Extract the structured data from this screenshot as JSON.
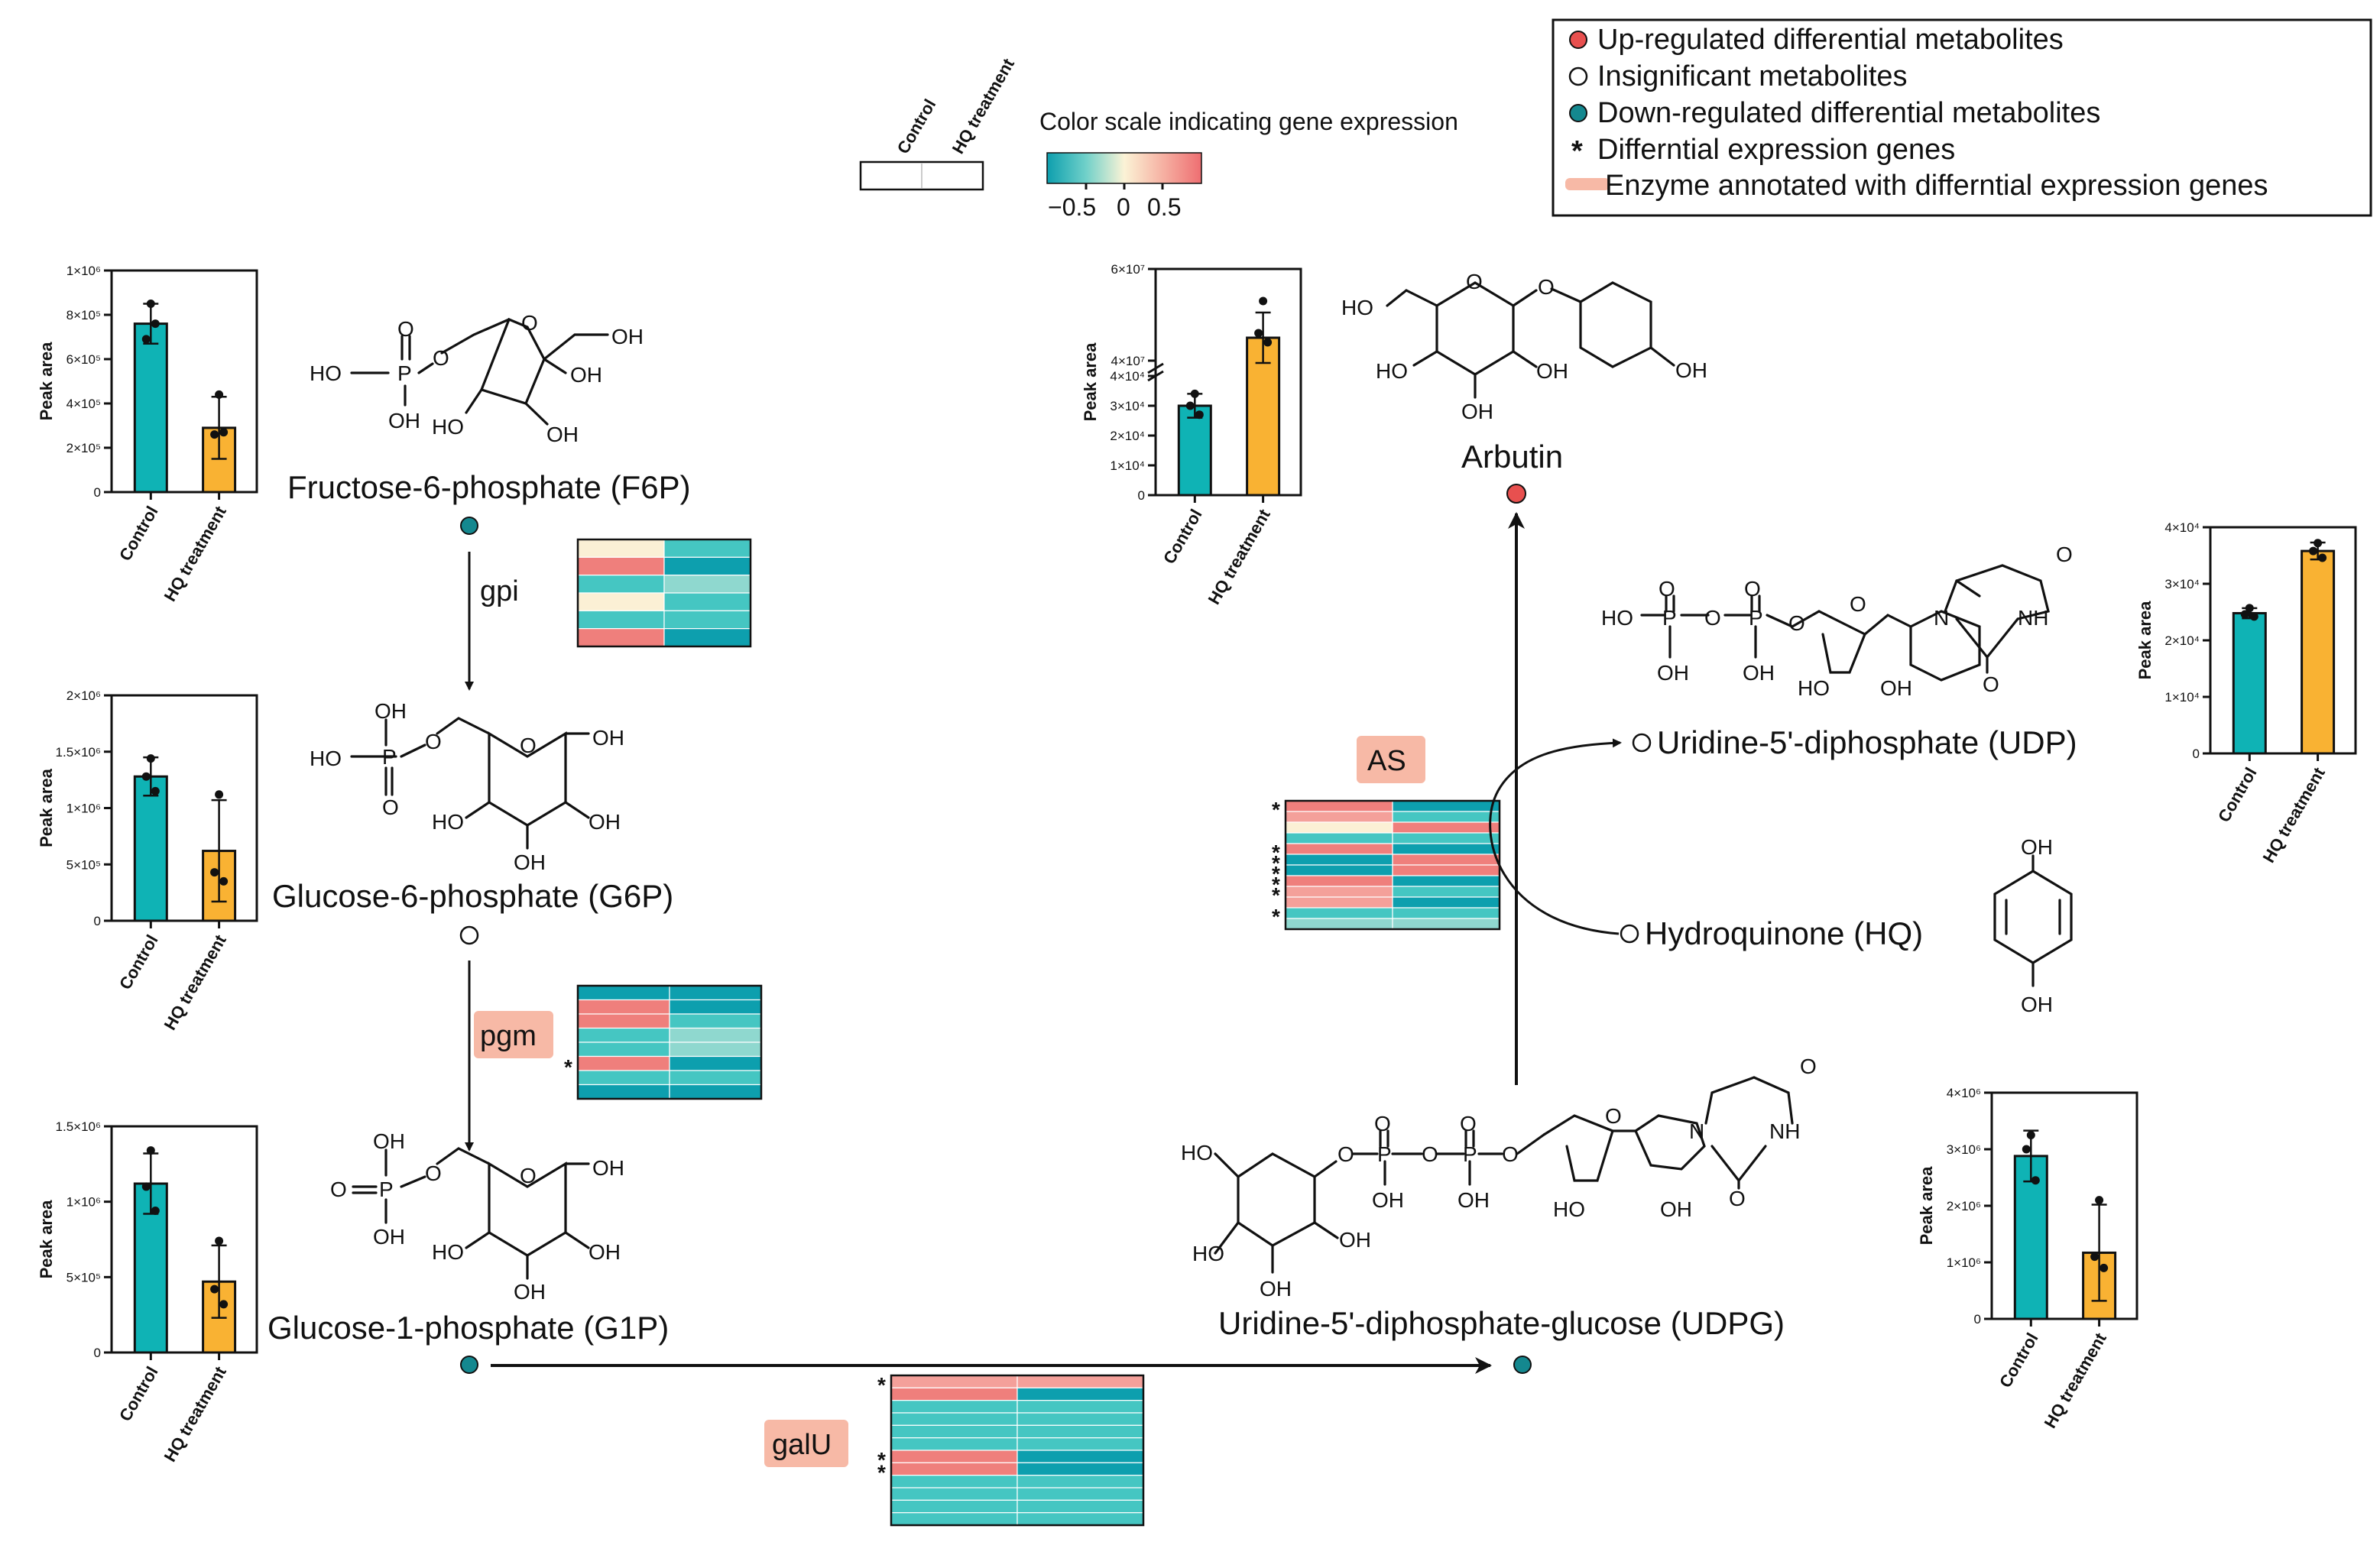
{
  "colors": {
    "up": "#e8504f",
    "down": "#14888f",
    "control_bar": "#0fb3b5",
    "hq_bar": "#f9b233",
    "enzyme_highlight": "#f7b9a6",
    "teal_dark": "#0d9fae",
    "teal_mid": "#45c6c2",
    "teal_light": "#8fd8cf",
    "cream": "#fbf0d5",
    "pink": "#f4a09a",
    "red": "#ef7f7c"
  },
  "legend": {
    "items": [
      {
        "symbol": "red-dot",
        "label": "Up-regulated differential metabolites"
      },
      {
        "symbol": "open-dot",
        "label": "Insignificant metabolites"
      },
      {
        "symbol": "teal-dot",
        "label": "Down-regulated differential metabolites"
      },
      {
        "symbol": "asterisk",
        "label": "Differntial expression genes"
      },
      {
        "symbol": "salmon-bar",
        "label": "Enzyme annotated with differntial expression genes"
      }
    ],
    "asterisk_glyph": "*"
  },
  "colorscale": {
    "title": "Color scale indicating gene expression",
    "ticks": [
      "−0.5",
      "0",
      "0.5"
    ],
    "columns": [
      "Control",
      "HQ treatment"
    ]
  },
  "metabolites": {
    "f6p": {
      "name": "Fructose-6-phosphate (F6P)",
      "status": "down"
    },
    "g6p": {
      "name": "Glucose-6-phosphate (G6P)",
      "status": "insignificant"
    },
    "g1p": {
      "name": "Glucose-1-phosphate (G1P)",
      "status": "down"
    },
    "udpg": {
      "name": "Uridine-5'-diphosphate-glucose (UDPG)",
      "status": "down"
    },
    "arbutin": {
      "name": "Arbutin",
      "status": "up"
    },
    "udp": {
      "name": "Uridine-5'-diphosphate (UDP)",
      "status": "insignificant"
    },
    "hq": {
      "name": "Hydroquinone (HQ)",
      "status": "insignificant"
    }
  },
  "enzymes": {
    "gpi": {
      "label": "gpi",
      "highlighted": false,
      "asterisk_rows": []
    },
    "pgm": {
      "label": "pgm",
      "highlighted": true,
      "asterisk_rows": [
        5
      ]
    },
    "galu": {
      "label": "galU",
      "highlighted": true,
      "asterisk_rows": [
        0,
        6,
        7
      ]
    },
    "as": {
      "label": "AS",
      "highlighted": true,
      "asterisk_rows": [
        0,
        4,
        5,
        6,
        7,
        8,
        10
      ]
    }
  },
  "heatmaps": {
    "gpi": [
      [
        "cream",
        "teal_mid"
      ],
      [
        "red",
        "teal_dark"
      ],
      [
        "teal_mid",
        "teal_light"
      ],
      [
        "cream",
        "teal_mid"
      ],
      [
        "teal_mid",
        "teal_mid"
      ],
      [
        "red",
        "teal_dark"
      ]
    ],
    "pgm": [
      [
        "teal_dark",
        "teal_dark"
      ],
      [
        "red",
        "teal_dark"
      ],
      [
        "red",
        "teal_mid"
      ],
      [
        "teal_mid",
        "teal_light"
      ],
      [
        "teal_mid",
        "teal_light"
      ],
      [
        "red",
        "teal_dark"
      ],
      [
        "teal_mid",
        "teal_mid"
      ],
      [
        "teal_dark",
        "teal_dark"
      ]
    ],
    "galu": [
      [
        "pink",
        "pink"
      ],
      [
        "red",
        "teal_dark"
      ],
      [
        "teal_mid",
        "teal_mid"
      ],
      [
        "teal_mid",
        "teal_mid"
      ],
      [
        "teal_mid",
        "teal_mid"
      ],
      [
        "teal_mid",
        "teal_mid"
      ],
      [
        "red",
        "teal_dark"
      ],
      [
        "red",
        "teal_dark"
      ],
      [
        "teal_mid",
        "teal_mid"
      ],
      [
        "teal_mid",
        "teal_mid"
      ],
      [
        "teal_mid",
        "teal_mid"
      ],
      [
        "teal_mid",
        "teal_mid"
      ]
    ],
    "as": [
      [
        "red",
        "teal_dark"
      ],
      [
        "pink",
        "teal_mid"
      ],
      [
        "cream",
        "red"
      ],
      [
        "teal_mid",
        "teal_mid"
      ],
      [
        "red",
        "teal_dark"
      ],
      [
        "teal_dark",
        "red"
      ],
      [
        "teal_dark",
        "red"
      ],
      [
        "red",
        "teal_dark"
      ],
      [
        "pink",
        "teal_mid"
      ],
      [
        "pink",
        "teal_dark"
      ],
      [
        "teal_mid",
        "teal_mid"
      ],
      [
        "teal_light",
        "teal_light"
      ]
    ]
  },
  "chart_data": [
    {
      "id": "f6p",
      "type": "bar",
      "categories": [
        "Control",
        "HQ treatment"
      ],
      "values": [
        760000,
        290000
      ],
      "errors": [
        90000,
        140000
      ],
      "points": [
        [
          850000,
          690000,
          760000
        ],
        [
          440000,
          260000,
          270000
        ]
      ],
      "ylabel": "Peak area",
      "ylim": [
        0,
        1000000
      ],
      "yticks": [
        "0",
        "2×10⁵",
        "4×10⁵",
        "6×10⁵",
        "8×10⁵",
        "1×10⁶"
      ]
    },
    {
      "id": "g6p",
      "type": "bar",
      "categories": [
        "Control",
        "HQ treatment"
      ],
      "values": [
        1280000,
        620000
      ],
      "errors": [
        170000,
        450000
      ],
      "points": [
        [
          1440000,
          1280000,
          1150000
        ],
        [
          1120000,
          430000,
          350000
        ]
      ],
      "ylabel": "Peak area",
      "ylim": [
        0,
        2000000
      ],
      "yticks": [
        "0",
        "5×10⁵",
        "1×10⁶",
        "1.5×10⁶",
        "2×10⁶"
      ]
    },
    {
      "id": "g1p",
      "type": "bar",
      "categories": [
        "Control",
        "HQ treatment"
      ],
      "values": [
        1120000,
        470000
      ],
      "errors": [
        200000,
        240000
      ],
      "points": [
        [
          1340000,
          1100000,
          940000
        ],
        [
          740000,
          420000,
          320000
        ]
      ],
      "ylabel": "Peak area",
      "ylim": [
        0,
        1500000
      ],
      "yticks": [
        "0",
        "5×10⁵",
        "1×10⁶",
        "1.5×10⁶"
      ]
    },
    {
      "id": "arbutin",
      "type": "bar",
      "broken_axis": true,
      "categories": [
        "Control",
        "HQ treatment"
      ],
      "values": [
        30000,
        45000000
      ],
      "errors": [
        4000,
        5500000
      ],
      "points": [
        [
          34000,
          30000,
          27000
        ],
        [
          53000000,
          46000000,
          44000000
        ]
      ],
      "ylabel": "Peak area",
      "ylim_lower": [
        0,
        40000
      ],
      "ylim_upper": [
        40000000,
        60000000
      ],
      "yticks_lower": [
        "0",
        "1×10⁴",
        "2×10⁴",
        "3×10⁴",
        "4×10⁴"
      ],
      "yticks_upper": [
        "4×10⁷",
        "6×10⁷"
      ]
    },
    {
      "id": "udp",
      "type": "bar",
      "categories": [
        "Control",
        "HQ treatment"
      ],
      "values": [
        24800,
        35800
      ],
      "errors": [
        900,
        1500
      ],
      "points": [
        [
          25700,
          24600,
          24200
        ],
        [
          37200,
          35800,
          34600
        ]
      ],
      "ylabel": "Peak area",
      "ylim": [
        0,
        40000
      ],
      "yticks": [
        "0",
        "1×10⁴",
        "2×10⁴",
        "3×10⁴",
        "4×10⁴"
      ]
    },
    {
      "id": "udpg",
      "type": "bar",
      "categories": [
        "Control",
        "HQ treatment"
      ],
      "values": [
        2880000,
        1170000
      ],
      "errors": [
        450000,
        850000
      ],
      "points": [
        [
          3250000,
          3000000,
          2450000
        ],
        [
          2100000,
          1100000,
          900000
        ]
      ],
      "ylabel": "Peak area",
      "ylim": [
        0,
        4000000
      ],
      "yticks": [
        "0",
        "1×10⁶",
        "2×10⁶",
        "3×10⁶",
        "4×10⁶"
      ]
    }
  ],
  "chem": {
    "OH": "OH",
    "HO": "HO",
    "O": "O",
    "P": "P",
    "N": "N",
    "NH": "NH"
  }
}
